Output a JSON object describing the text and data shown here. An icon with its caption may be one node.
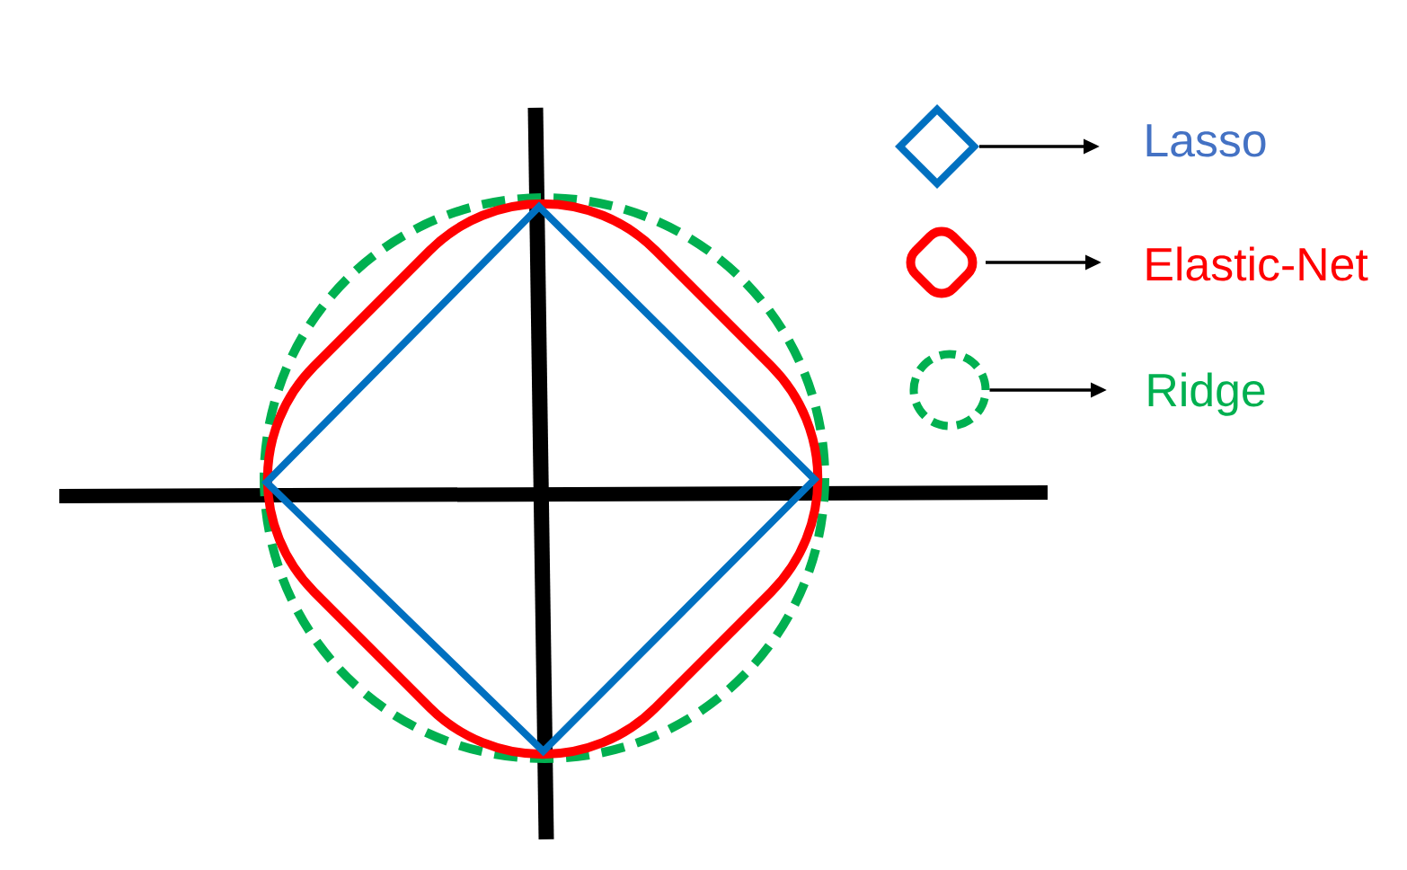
{
  "diagram": {
    "nodes": [
      {
        "text": [],
        "shape": "diamond"
      },
      {
        "text": [
          "Lasso"
        ]
      },
      {
        "text": [],
        "shape": "diamond"
      },
      {
        "text": [
          "Elastic-Net"
        ]
      },
      {
        "text": [],
        "shape": "circle"
      },
      {
        "text": [
          "Ridge"
        ]
      }
    ],
    "edges": [
      {
        "from": 0,
        "to": 1,
        "arrow": "to"
      },
      {
        "from": 2,
        "to": 3,
        "arrow": "to"
      },
      {
        "from": 4,
        "to": 5,
        "arrow": "to"
      }
    ]
  }
}
